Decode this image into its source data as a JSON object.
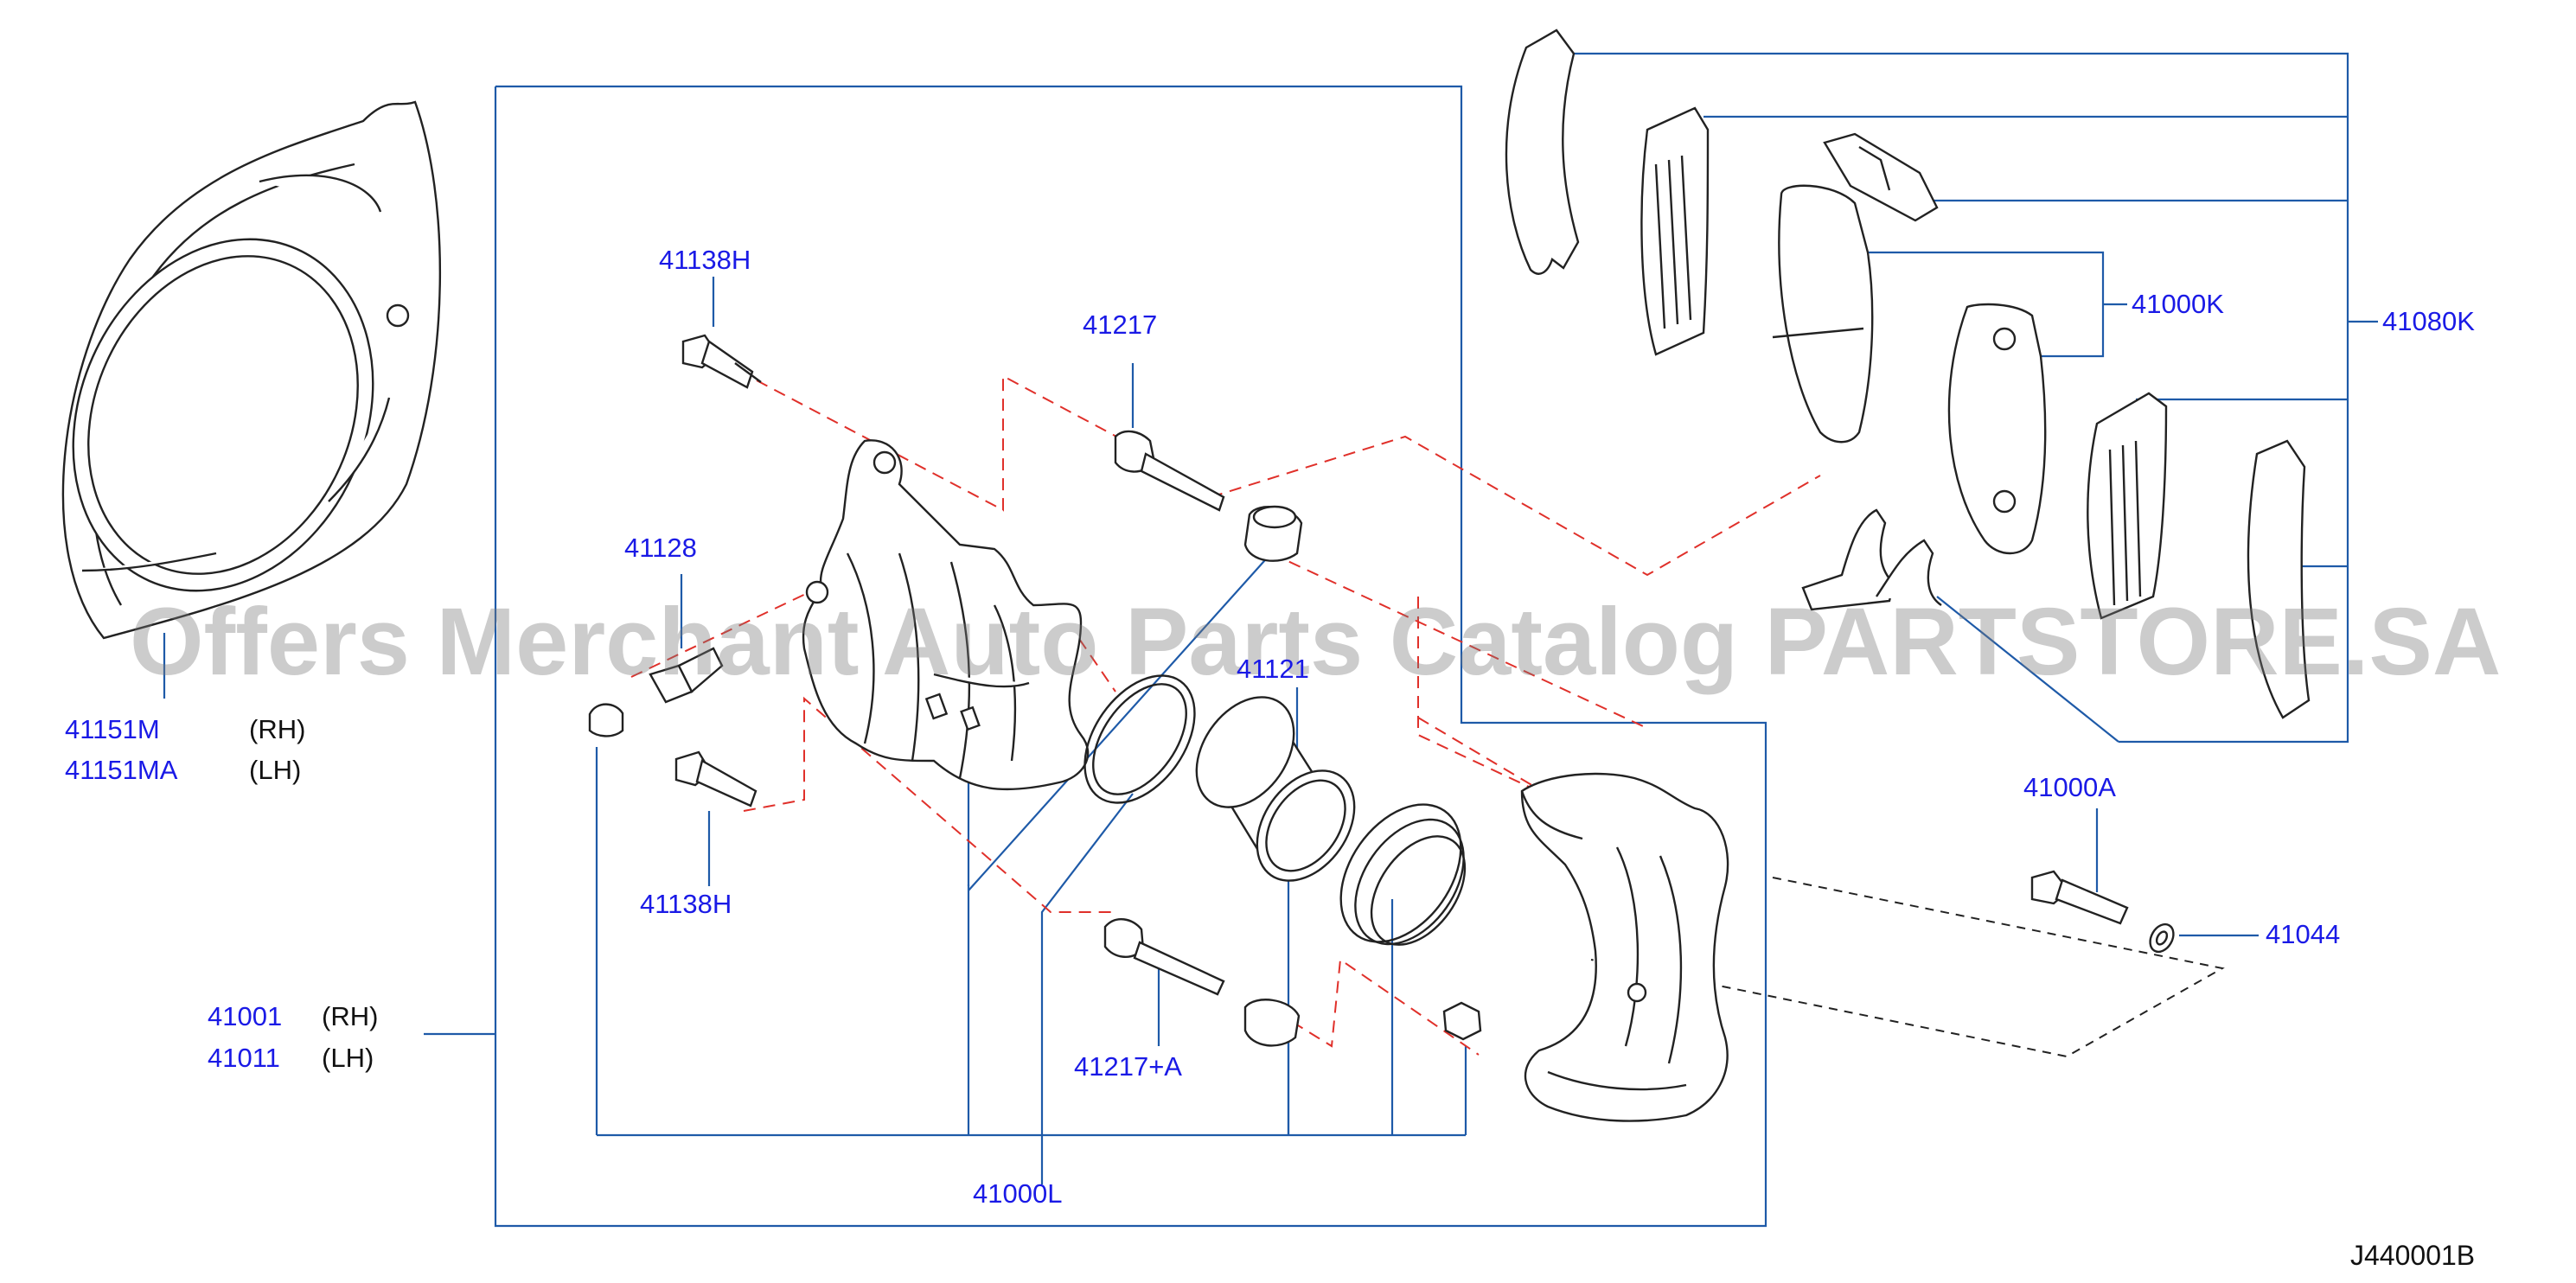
{
  "watermark": "Offers Merchant Auto Parts Catalog PARTSTORE.SA",
  "diagram_code": "J440001B",
  "labels": {
    "p41138h_top": "41138H",
    "p41217": "41217",
    "p41128": "41128",
    "p41121": "41121",
    "p41138h_bot": "41138H",
    "p41217a": "41217+A",
    "p41000l": "41000L",
    "p41001": "41001",
    "p41011": "41011",
    "p41151m": "41151M",
    "p41151ma": "41151MA",
    "p41000k": "41000K",
    "p41080k": "41080K",
    "p41000a": "41000A",
    "p41044": "41044"
  },
  "sides": {
    "rh1": "(RH)",
    "lh1": "(LH)",
    "rh2": "(RH)",
    "lh2": "(LH)"
  },
  "colors": {
    "label": "#1a1ae6",
    "leader": "#1e5aa8",
    "dash": "#e0302a",
    "part": "#222222"
  }
}
